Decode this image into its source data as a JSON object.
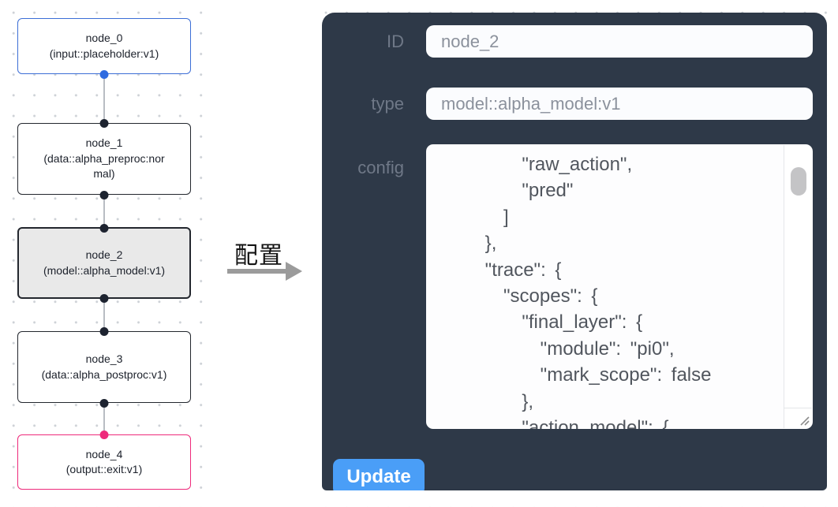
{
  "flow": {
    "nodes": [
      {
        "title": "node_0",
        "subtitle": "(input::placeholder:v1)"
      },
      {
        "title": "node_1",
        "subtitle": "(data::alpha_preproc:normal)"
      },
      {
        "title": "node_2",
        "subtitle": "(model::alpha_model:v1)"
      },
      {
        "title": "node_3",
        "subtitle": "(data::alpha_postproc:v1)"
      },
      {
        "title": "node_4",
        "subtitle": "(output::exit:v1)"
      }
    ]
  },
  "annotation": {
    "label": "配置"
  },
  "panel": {
    "id_label": "ID",
    "id_value": "node_2",
    "type_label": "type",
    "type_value": "model::alpha_model:v1",
    "config_label": "config",
    "config_value": "        \"raw_action\",\n        \"pred\"\n      ]\n    },\n    \"trace\": {\n      \"scopes\": {\n        \"final_layer\": {\n          \"module\": \"pi0\",\n          \"mark_scope\": false\n        },\n        \"action_model\": {",
    "update_label": "Update"
  },
  "colors": {
    "panel_bg": "#2e3948",
    "button_blue": "#4a9ef7",
    "input_node_accent": "#3c6ed6",
    "output_node_accent": "#ee2a7b",
    "default_node_border": "#23272e",
    "selected_node_bg": "#e9e9e9",
    "edge_gray": "#b9bdc3",
    "field_bg": "#fbfcfe"
  }
}
